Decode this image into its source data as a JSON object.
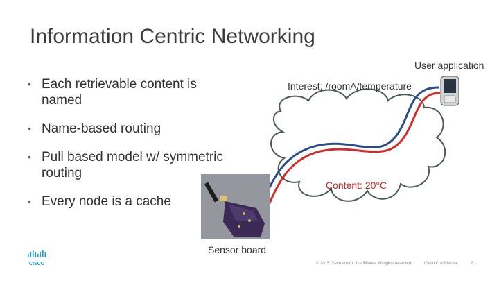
{
  "slide": {
    "title": "Information Centric Networking",
    "bullets": [
      "Each retrievable content is named",
      "Name-based routing",
      "Pull based model w/ symmetric routing",
      "Every node is a cache"
    ],
    "bullet_glyph": "•"
  },
  "diagram": {
    "user_app_label": "User application",
    "interest_label": "Interest: /roomA/temperature",
    "content_label": "Content: 20°C",
    "sensor_label": "Sensor board",
    "interest_color": "#2b4c8c",
    "content_color": "#d42a2a",
    "cloud_color": "#4a5a55"
  },
  "footer": {
    "copyright": "© 2015 Cisco and/or its affiliates. All rights reserved.",
    "confidential": "Cisco Confidential",
    "page_number": "2",
    "logo_text": "CISCO",
    "logo_color": "#1ba0d7"
  }
}
